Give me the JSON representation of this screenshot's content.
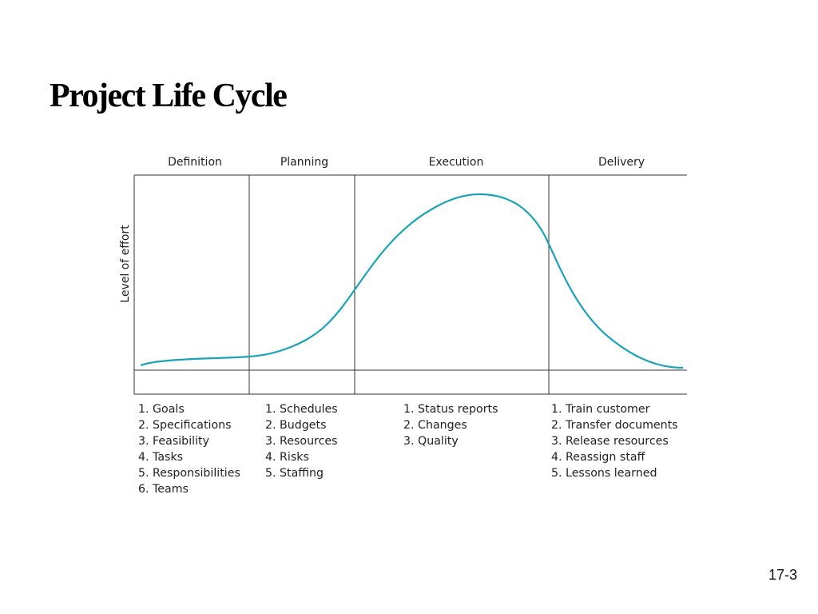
{
  "slide": {
    "title": "Project Life Cycle",
    "number": "17-3"
  },
  "colors": {
    "curve": "#1aa3b8",
    "lines": "#333333",
    "text": "#222222"
  },
  "diagram": {
    "y_axis_label": "Level of effort",
    "phases": [
      {
        "name": "Definition",
        "tasks": [
          "1. Goals",
          "2. Specifications",
          "3. Feasibility",
          "4. Tasks",
          "5. Responsibilities",
          "6. Teams"
        ]
      },
      {
        "name": "Planning",
        "tasks": [
          "1. Schedules",
          "2. Budgets",
          "3. Resources",
          "4. Risks",
          "5. Staffing"
        ]
      },
      {
        "name": "Execution",
        "tasks": [
          "1. Status reports",
          "2. Changes",
          "3. Quality"
        ]
      },
      {
        "name": "Delivery",
        "tasks": [
          "1. Train customer",
          "2. Transfer documents",
          "3. Release resources",
          "4. Reassign staff",
          "5. Lessons learned"
        ]
      }
    ]
  }
}
